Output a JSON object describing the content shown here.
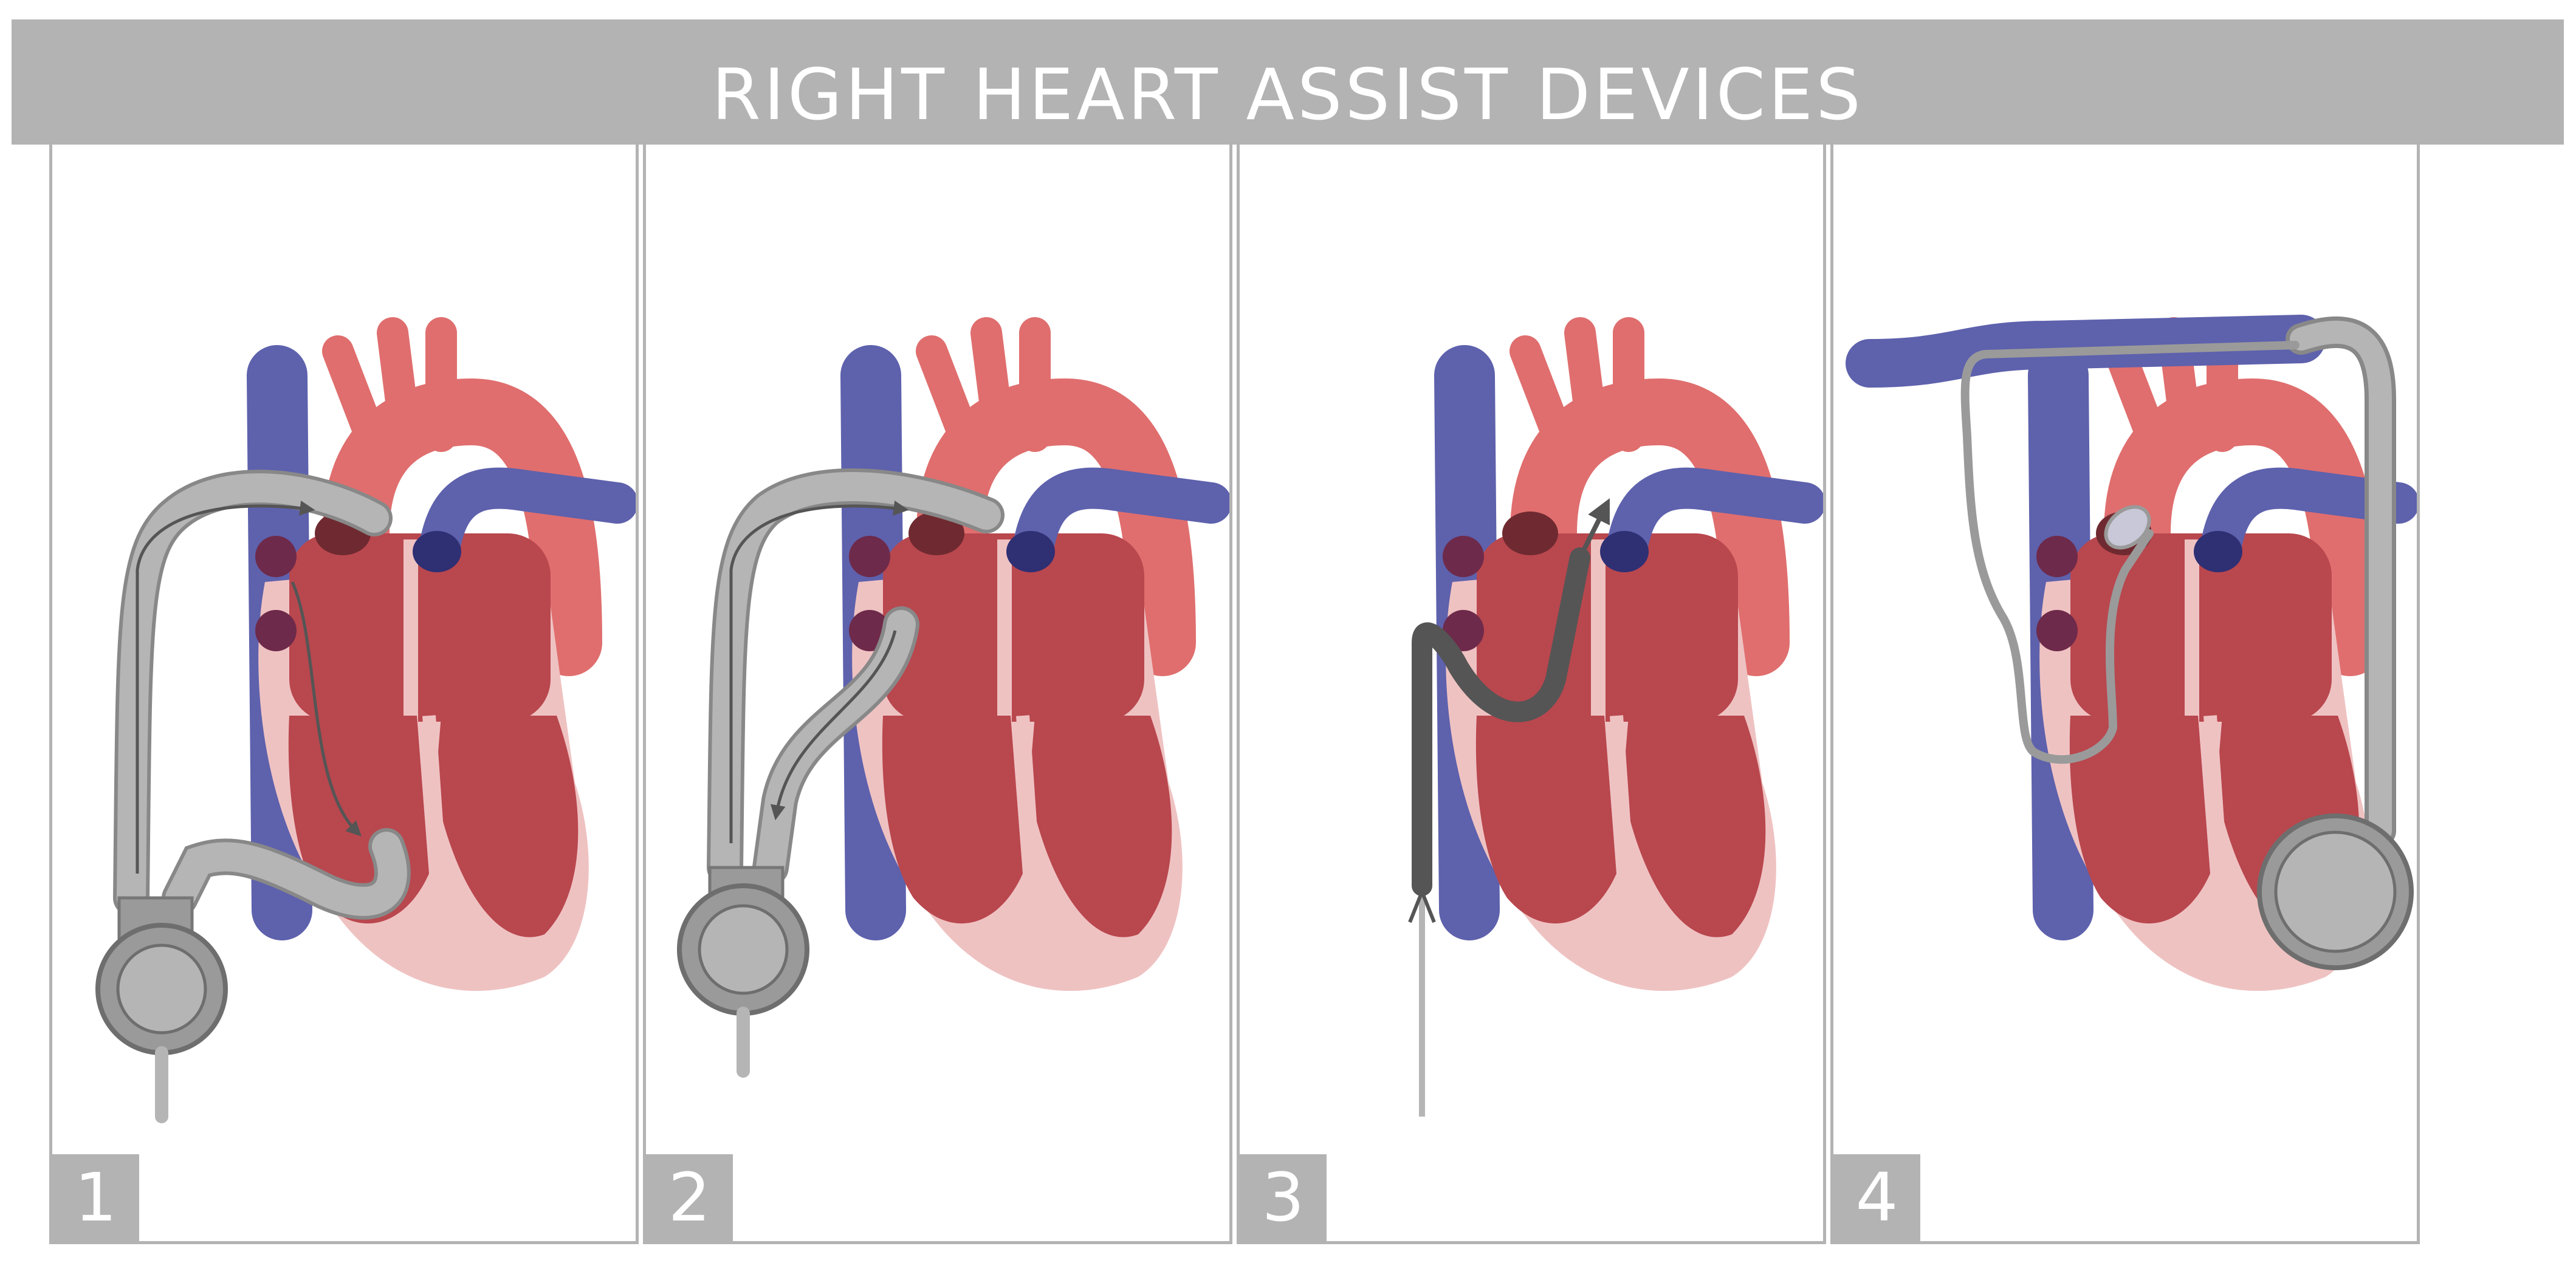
{
  "header": {
    "title": "RIGHT HEART ASSIST DEVICES"
  },
  "panels": [
    {
      "number": "1"
    },
    {
      "number": "2"
    },
    {
      "number": "3"
    },
    {
      "number": "4"
    }
  ],
  "colors": {
    "header_bg": "#b3b3b3",
    "vein_blue": "#5e61ac",
    "artery_red": "#e06e6e",
    "myocardium": "#b9474e",
    "pericardium_pink": "#efc2c2",
    "device_gray": "#b5b5b5",
    "device_dark": "#555555"
  }
}
